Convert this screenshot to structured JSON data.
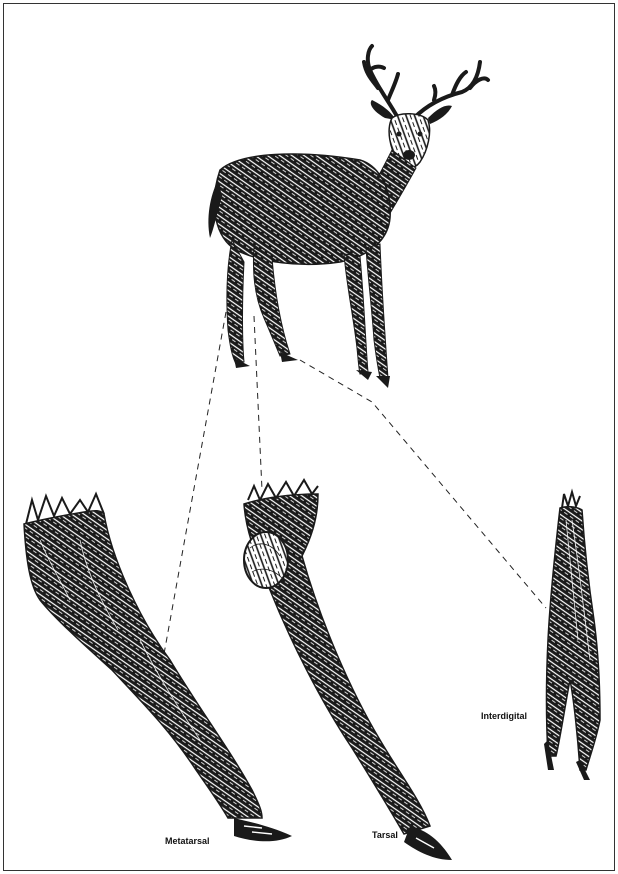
{
  "figure": {
    "labels": {
      "metatarsal": "Metatarsal",
      "tarsal": "Tarsal",
      "interdigital": "Interdigital"
    },
    "colors": {
      "ink": "#1a1a1a",
      "paper": "#ffffff",
      "frame": "#333333"
    }
  }
}
